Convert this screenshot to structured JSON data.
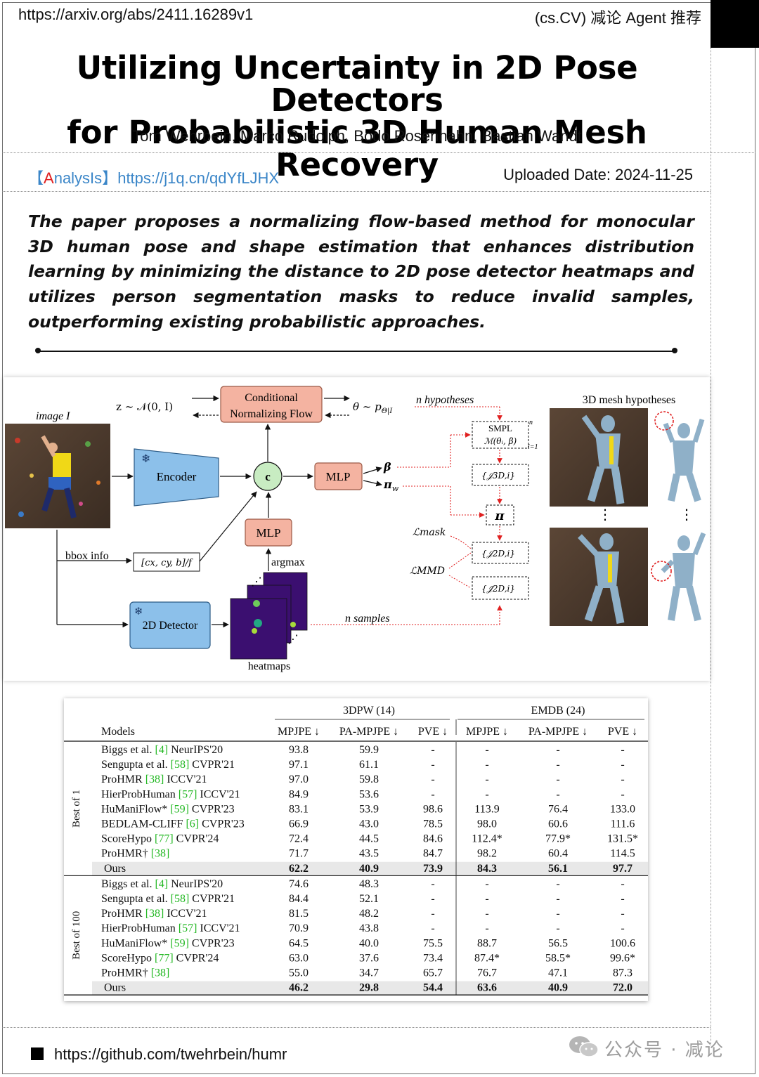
{
  "header": {
    "arxiv_url": "https://arxiv.org/abs/2411.16289v1",
    "category_tag": "(cs.CV) 减论 Agent 推荐"
  },
  "paper": {
    "title_line1": "Utilizing Uncertainty in 2D Pose Detectors",
    "title_line2": "for Probabilistic 3D Human Mesh Recovery",
    "authors": "Tom Wehrbein, Marco Rudolph, Bodo Rosenhahn, Bastian Wandt"
  },
  "meta": {
    "analysis_open": "【",
    "analysis_a": "A",
    "analysis_rest": "nalysIs",
    "analysis_close": "】",
    "analysis_url": "https://j1q.cn/qdYfLJHX",
    "uploaded": "Uploaded Date: 2024-11-25"
  },
  "abstract": "The paper proposes a normalizing flow-based method for monocular 3D human pose and shape estimation that enhances distribution learning by minimizing the distance to 2D pose detector heatmaps and utilizes person segmentation masks to reduce invalid samples, outperforming existing probabilistic approaches.",
  "figure": {
    "image_label": "image I",
    "z_label": "z ∼ 𝒩(0, I)",
    "cnf_line1": "Conditional",
    "cnf_line2": "Normalizing Flow",
    "theta_label": "θ ∼ p",
    "theta_sub": "Θ|I",
    "n_hypotheses": "n hypotheses",
    "mesh_title": "3D mesh hypotheses",
    "encoder": "Encoder",
    "concat": "c",
    "mlp_top": "MLP",
    "mlp_bottom": "MLP",
    "beta": "β",
    "pi_w": "π",
    "pi_w_sub": "w",
    "smpl_line1": "SMPL",
    "smpl_line2": "ℳ(θᵢ, β)",
    "j3d": "{𝒥3D,i}",
    "pi_box": "π",
    "l_mask": "ℒmask",
    "l_mmd": "ℒMMD",
    "j2d": "{𝒥2D,i}",
    "j2d_tilde": "{𝒥̃2D,i}",
    "bbox_info": "bbox info",
    "bbox_formula": "[cx, cy, b]/f",
    "argmax": "argmax",
    "detector": "2D Detector",
    "heatmaps": "heatmaps",
    "n_samples": "n samples",
    "superscript_n": "n",
    "subscript_i1": "i=1"
  },
  "table": {
    "groups": [
      "3DPW (14)",
      "EMDB (24)"
    ],
    "columns": [
      "Models",
      "MPJPE ↓",
      "PA-MPJPE ↓",
      "PVE ↓",
      "MPJPE ↓",
      "PA-MPJPE ↓",
      "PVE ↓"
    ],
    "sections": [
      {
        "label": "Best of 1",
        "rows": [
          {
            "name": "Biggs et al. [4] NeurIPS'20",
            "vals": [
              "93.8",
              "59.9",
              "-",
              "-",
              "-",
              "-"
            ]
          },
          {
            "name": "Sengupta et al. [58] CVPR'21",
            "vals": [
              "97.1",
              "61.1",
              "-",
              "-",
              "-",
              "-"
            ]
          },
          {
            "name": "ProHMR [38] ICCV'21",
            "vals": [
              "97.0",
              "59.8",
              "-",
              "-",
              "-",
              "-"
            ]
          },
          {
            "name": "HierProbHuman [57] ICCV'21",
            "vals": [
              "84.9",
              "53.6",
              "-",
              "-",
              "-",
              "-"
            ]
          },
          {
            "name": "HuManiFlow* [59] CVPR'23",
            "vals": [
              "83.1",
              "53.9",
              "98.6",
              "113.9",
              "76.4",
              "133.0"
            ]
          },
          {
            "name": "BEDLAM-CLIFF [6] CVPR'23",
            "vals": [
              "66.9",
              "43.0",
              "78.5",
              "98.0",
              "60.6",
              "111.6"
            ]
          },
          {
            "name": "ScoreHypo [77] CVPR'24",
            "vals": [
              "72.4",
              "44.5",
              "84.6",
              "112.4*",
              "77.9*",
              "131.5*"
            ]
          },
          {
            "name": "ProHMR† [38]",
            "vals": [
              "71.7",
              "43.5",
              "84.7",
              "98.2",
              "60.4",
              "114.5"
            ]
          },
          {
            "name": "Ours",
            "vals": [
              "62.2",
              "40.9",
              "73.9",
              "84.3",
              "56.1",
              "97.7"
            ],
            "bold": true
          }
        ]
      },
      {
        "label": "Best of 100",
        "rows": [
          {
            "name": "Biggs et al. [4] NeurIPS'20",
            "vals": [
              "74.6",
              "48.3",
              "-",
              "-",
              "-",
              "-"
            ]
          },
          {
            "name": "Sengupta et al. [58] CVPR'21",
            "vals": [
              "84.4",
              "52.1",
              "-",
              "-",
              "-",
              "-"
            ]
          },
          {
            "name": "ProHMR [38] ICCV'21",
            "vals": [
              "81.5",
              "48.2",
              "-",
              "-",
              "-",
              "-"
            ]
          },
          {
            "name": "HierProbHuman [57] ICCV'21",
            "vals": [
              "70.9",
              "43.8",
              "-",
              "-",
              "-",
              "-"
            ]
          },
          {
            "name": "HuManiFlow* [59] CVPR'23",
            "vals": [
              "64.5",
              "40.0",
              "75.5",
              "88.7",
              "56.5",
              "100.6"
            ]
          },
          {
            "name": "ScoreHypo [77] CVPR'24",
            "vals": [
              "63.0",
              "37.6",
              "73.4",
              "87.4*",
              "58.5*",
              "99.6*"
            ]
          },
          {
            "name": "ProHMR† [38]",
            "vals": [
              "55.0",
              "34.7",
              "65.7",
              "76.7",
              "47.1",
              "87.3"
            ]
          },
          {
            "name": "Ours",
            "vals": [
              "46.2",
              "29.8",
              "54.4",
              "63.6",
              "40.9",
              "72.0"
            ],
            "bold": true
          }
        ]
      }
    ]
  },
  "footer": {
    "github": "https://github.com/twehrbein/humr",
    "wechat": "公众号 · 减论"
  },
  "colors": {
    "salmon": "#f4b3a1",
    "blue_box": "#8cc0ea",
    "green_circle": "#c8ecc2",
    "red_dash": "#e02020",
    "cite_green": "#23b823",
    "link_blue": "#3b86c8"
  }
}
